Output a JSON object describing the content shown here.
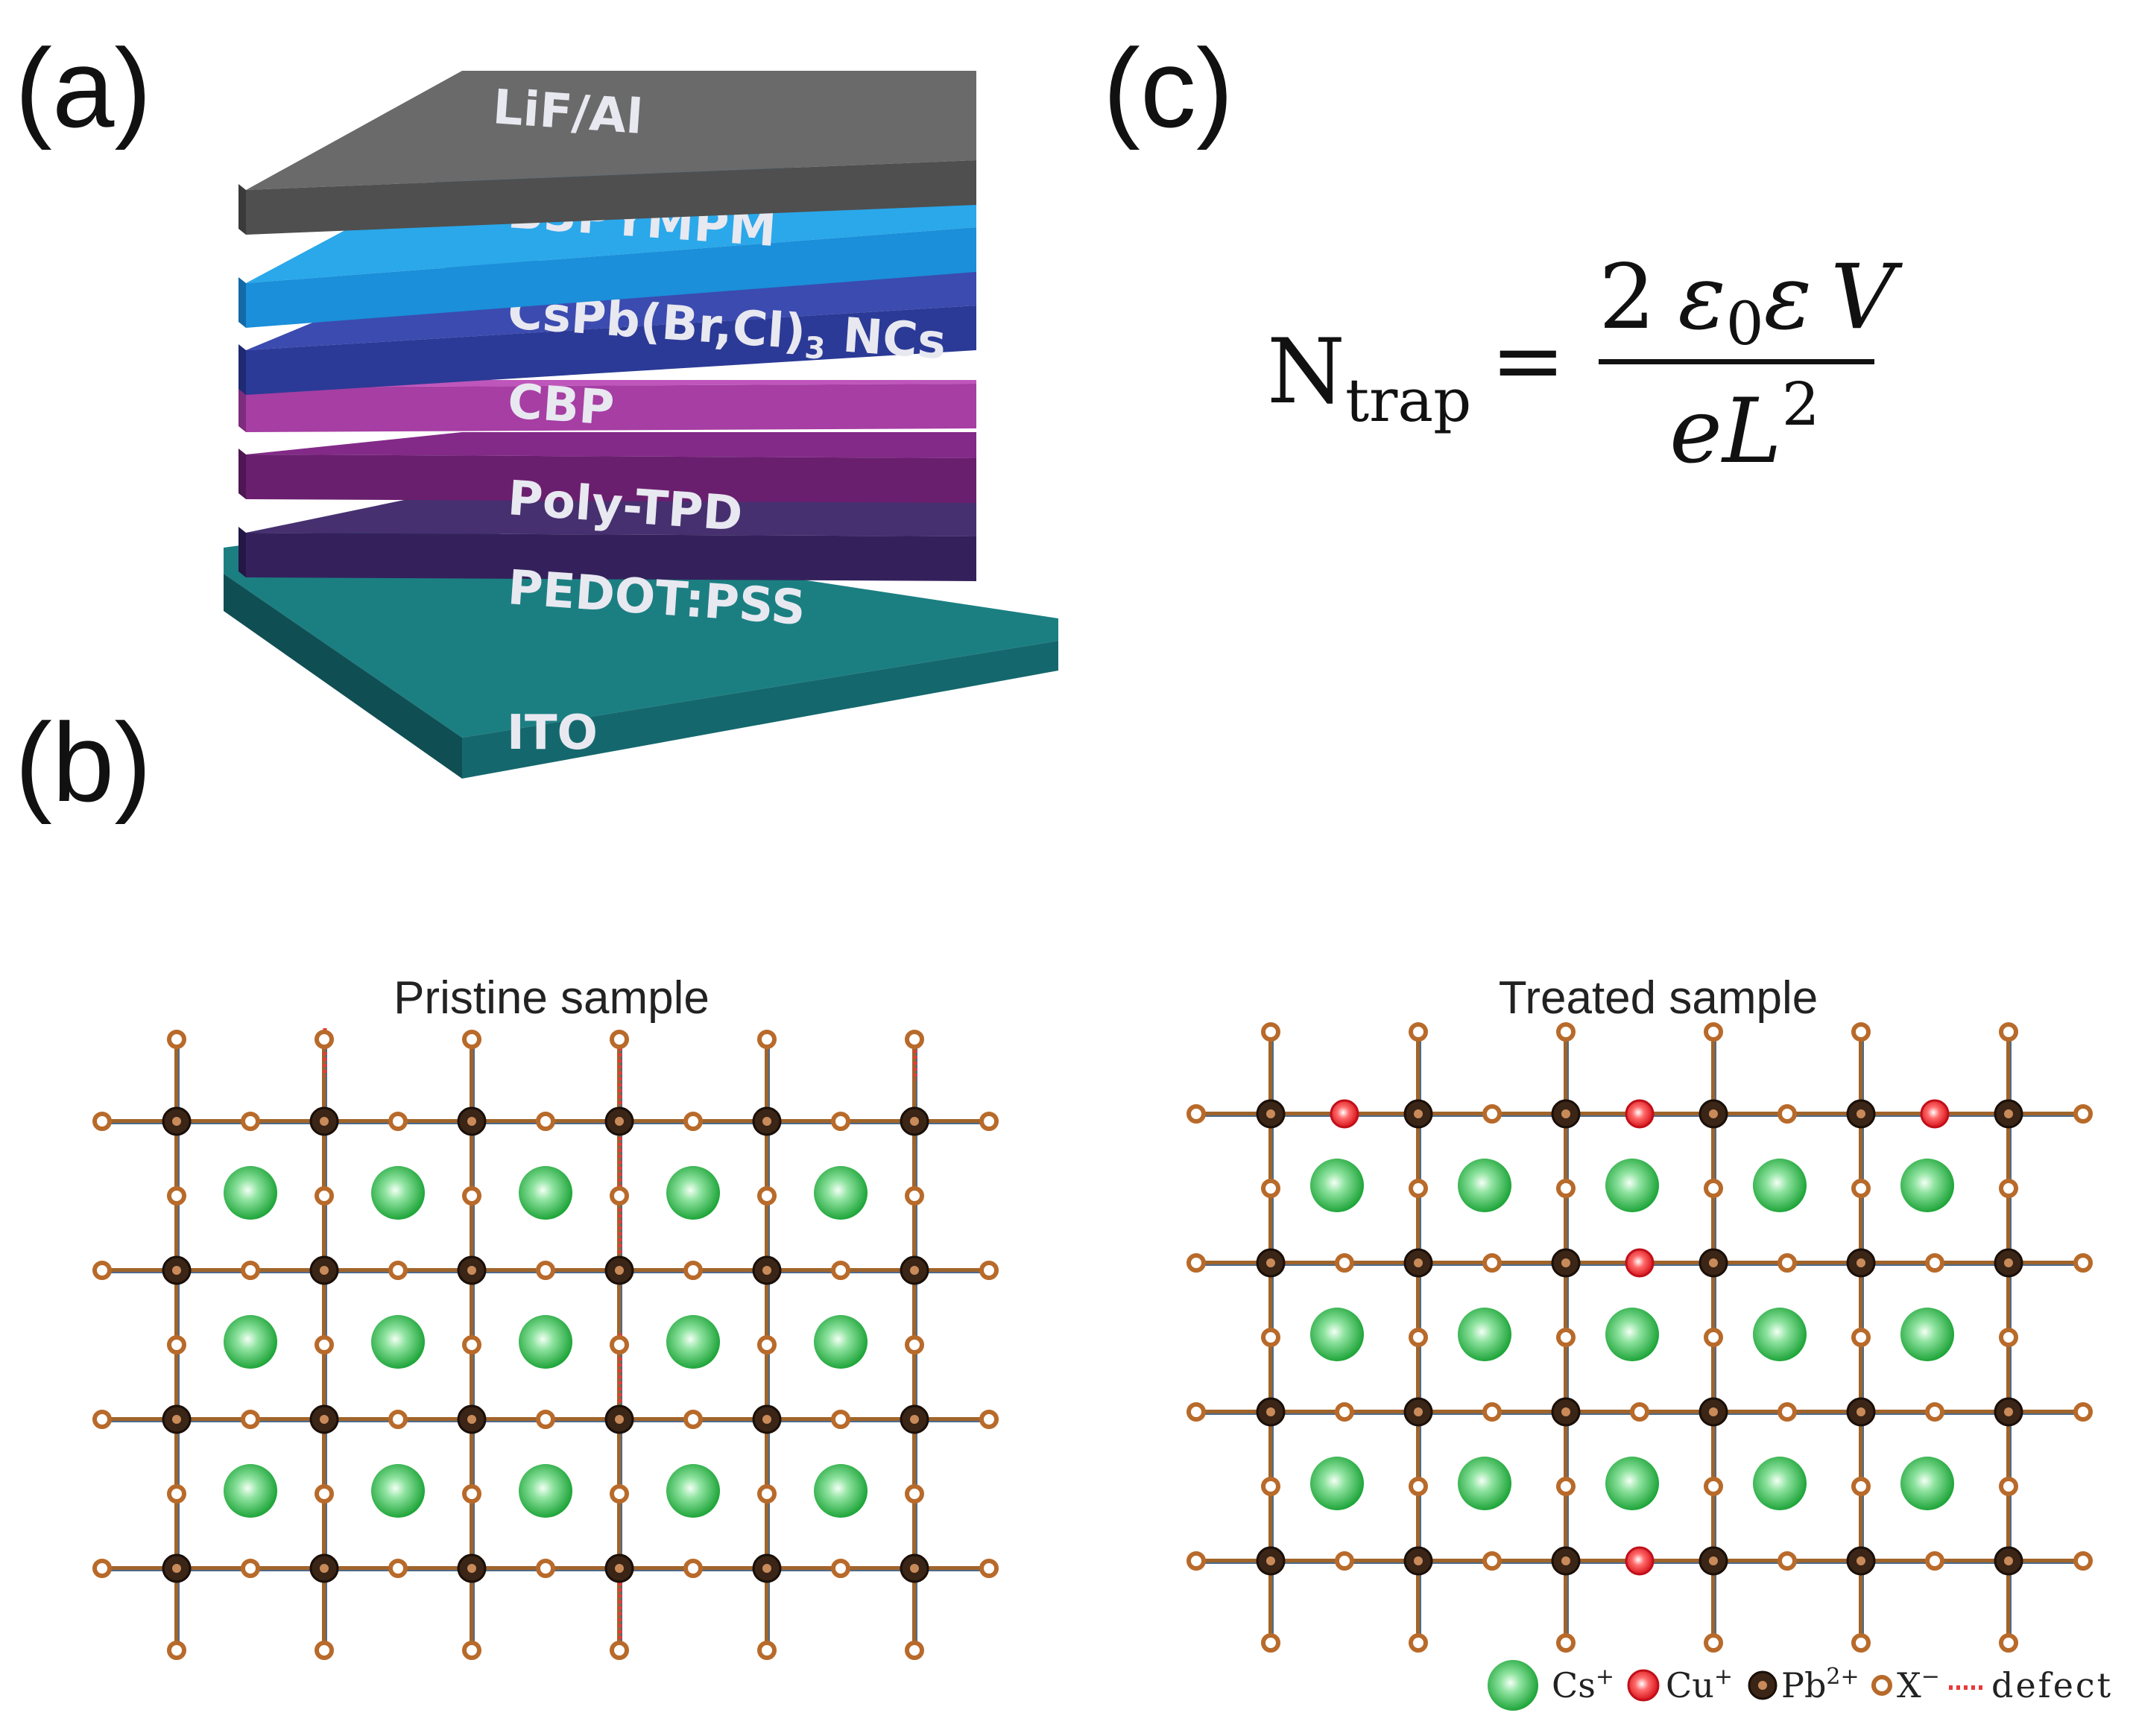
{
  "panels": {
    "a": "(a)",
    "b": "(b)",
    "c": "(c)"
  },
  "device_stack": {
    "layers": [
      {
        "label": "LiF/Al",
        "color": "#4f4f4f",
        "color_dark": "#3a3a3a",
        "color_light": "#6a6a6a"
      },
      {
        "label": "B3PYMPM",
        "color": "#1b8fd9",
        "color_dark": "#136aa6",
        "color_light": "#2aa8ea"
      },
      {
        "label": "CsPb(Br,Cl)",
        "sub": "3",
        "label_tail": " NCs",
        "color": "#2b3a96",
        "color_dark": "#1f2a73",
        "color_light": "#3b4bb0"
      },
      {
        "label": "CBP",
        "color": "#a63ea3",
        "color_dark": "#7e2c7d",
        "color_light": "#bf56bb"
      },
      {
        "label": "Poly-TPD",
        "color": "#6a1f6e",
        "color_dark": "#4e1652",
        "color_light": "#832a88"
      },
      {
        "label": "PEDOT:PSS",
        "color": "#34215c",
        "color_dark": "#241745",
        "color_light": "#463070"
      },
      {
        "label": "ITO",
        "color": "#14686d",
        "color_dark": "#0f4f53",
        "color_light": "#1b7f82"
      }
    ]
  },
  "equation": {
    "lhs_main": "N",
    "lhs_sub": "trap",
    "equals": "=",
    "num_coeff": "2",
    "num_eps": "ε",
    "num_eps_sub": "0",
    "num_eps2": "ε",
    "num_V": "V",
    "den_e": "e",
    "den_L": "L",
    "den_sup": "2"
  },
  "lattices": {
    "pristine_title": "Pristine sample",
    "treated_title": "Treated sample"
  },
  "legend": {
    "cs": "Cs",
    "cs_sup": "+",
    "cu": "Cu",
    "cu_sup": "+",
    "pb": "Pb",
    "pb_sup": "2+",
    "x": "X",
    "x_sup": "−",
    "defect": "defect"
  },
  "colors": {
    "cs": "#2eb84a",
    "cu": "#e8242a",
    "pb": "#3a2516",
    "x": "#b86a2a",
    "bond": "#a0642a",
    "bond_alt": "#4d6a8a",
    "defect": "#e83a3a"
  }
}
